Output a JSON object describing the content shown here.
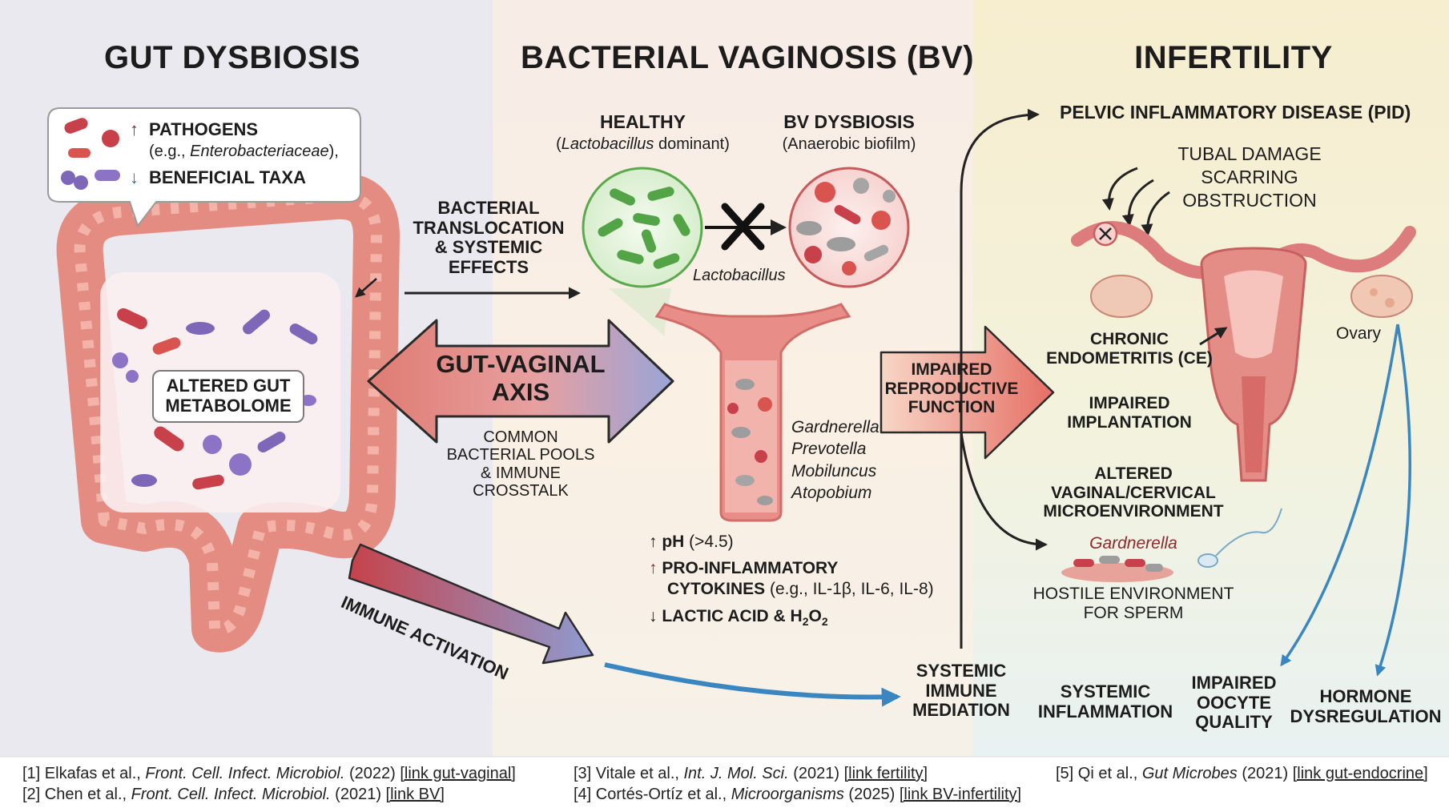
{
  "headings": {
    "gut": "GUT DYSBIOSIS",
    "bv": "BACTERIAL VAGINOSIS (BV)",
    "infertility": "INFERTILITY"
  },
  "gut": {
    "callout": {
      "pathogens": "PATHOGENS",
      "example_prefix": "(e.g., ",
      "example_taxon": "Enterobacteriaceae",
      "example_suffix": "),",
      "beneficial": "BENEFICIAL TAXA"
    },
    "metabolome_line1": "ALTERED GUT",
    "metabolome_line2": "METABOLOME",
    "immune_activation": "IMMUNE ACTIVATION"
  },
  "axis": {
    "label_line1": "GUT-VAGINAL",
    "label_line2": "AXIS",
    "sub": [
      "COMMON",
      "BACTERIAL POOLS",
      "& IMMUNE",
      "CROSSTALK"
    ],
    "translocation": [
      "BACTERIAL",
      "TRANSLOCATION",
      "& SYSTEMIC",
      "EFFECTS"
    ]
  },
  "bv": {
    "healthy_title": "HEALTHY",
    "healthy_sub_italic": "Lactobacillus",
    "healthy_sub_rest": " dominant)",
    "dysbiosis_title": "BV DYSBIOSIS",
    "dysbiosis_sub": "(Anaerobic biofilm)",
    "lactobacillus": "Lactobacillus",
    "species": [
      "Gardnerella",
      "Prevotella",
      "Mobiluncus",
      "Atopobium"
    ],
    "ph_bold": "pH",
    "ph_rest": " (>4.5)",
    "cytokines_line1": "PRO-INFLAMMATORY",
    "cytokines_line2_bold": "CYTOKINES",
    "cytokines_line2_rest": " (e.g., IL-1β, IL-6, IL-8)",
    "lactic": "LACTIC ACID & H",
    "lactic_sub1": "2",
    "lactic_mid": "O",
    "lactic_sub2": "2"
  },
  "infertility": {
    "pid": "PELVIC INFLAMMATORY DISEASE (PID)",
    "tubal": [
      "TUBAL DAMAGE",
      "SCARRING",
      "OBSTRUCTION"
    ],
    "impaired_repro": [
      "IMPAIRED",
      "REPRODUCTIVE",
      "FUNCTION"
    ],
    "chronic": [
      "CHRONIC",
      "ENDOMETRITIS (CE)"
    ],
    "ovary": "Ovary",
    "implantation": [
      "IMPAIRED",
      "IMPLANTATION"
    ],
    "altered": [
      "ALTERED",
      "VAGINAL/CERVICAL",
      "MICROENVIRONMENT"
    ],
    "gardnerella": "Gardnerella",
    "hostile": [
      "HOSTILE ENVIRONMENT",
      "FOR SPERM"
    ],
    "systemic_immune": [
      "SYSTEMIC",
      "IMMUNE",
      "MEDIATION"
    ],
    "systemic_inflammation": [
      "SYSTEMIC",
      "INFLAMMATION"
    ],
    "oocyte": [
      "IMPAIRED",
      "OOCYTE",
      "QUALITY"
    ],
    "hormone": [
      "HORMONE",
      "DYSREGULATION"
    ]
  },
  "references": [
    {
      "pre": "[1] Elkafas et al., ",
      "journal": "Front. Cell. Infect. Microbiol.",
      "post": " (2022) ",
      "link": "[link gut-vaginal]"
    },
    {
      "pre": "[2] Chen et al., ",
      "journal": "Front. Cell. Infect. Microbiol.",
      "post": " (2021) ",
      "link": "[link BV]"
    },
    {
      "pre": "[3] Vitale et al., ",
      "journal": "Int. J. Mol. Sci.",
      "post": " (2021) ",
      "link": "[link fertility]"
    },
    {
      "pre": "[4] Cortés-Ortíz et al., ",
      "journal": "Microorganisms",
      "post": " (2025) ",
      "link": "[link BV-infertility]"
    },
    {
      "pre": "[5] Qi et al., ",
      "journal": "Gut Microbes",
      "post": " (2021) ",
      "link": "[link gut-endocrine]"
    }
  ],
  "colors": {
    "salmon": "#e58a7e",
    "dark_red": "#8d2b2b",
    "blue_arrow": "#3a86c0",
    "healthy_green": "#6bbd5c",
    "purple_bacteria": "#7e66b8"
  }
}
